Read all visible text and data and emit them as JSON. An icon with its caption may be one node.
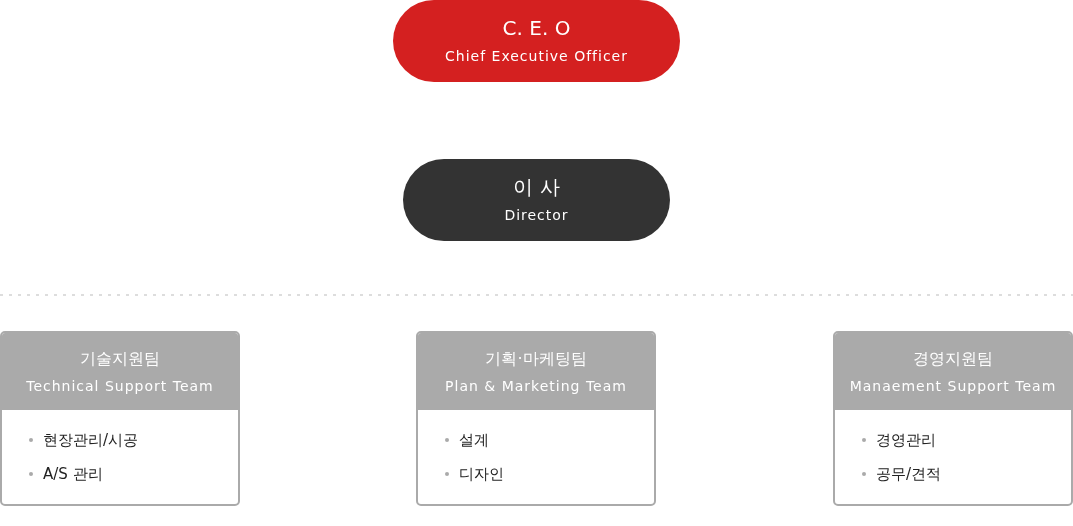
{
  "diagram": {
    "nodes": [
      {
        "text": [
          "C. E. O",
          "Chief Executive Officer"
        ]
      },
      {
        "text": [
          "이 사",
          "Director"
        ]
      },
      {
        "text": [
          "기술지원팀",
          "Technical Support Team",
          "현장관리/시공",
          "A/S 관리"
        ]
      },
      {
        "text": [
          "기획·마케팅팀",
          "Plan & Marketing Team",
          "설계",
          "디자인"
        ]
      },
      {
        "text": [
          "경영지원팀",
          "Manaement Support Team",
          "경영관리",
          "공무/견적"
        ]
      }
    ]
  }
}
